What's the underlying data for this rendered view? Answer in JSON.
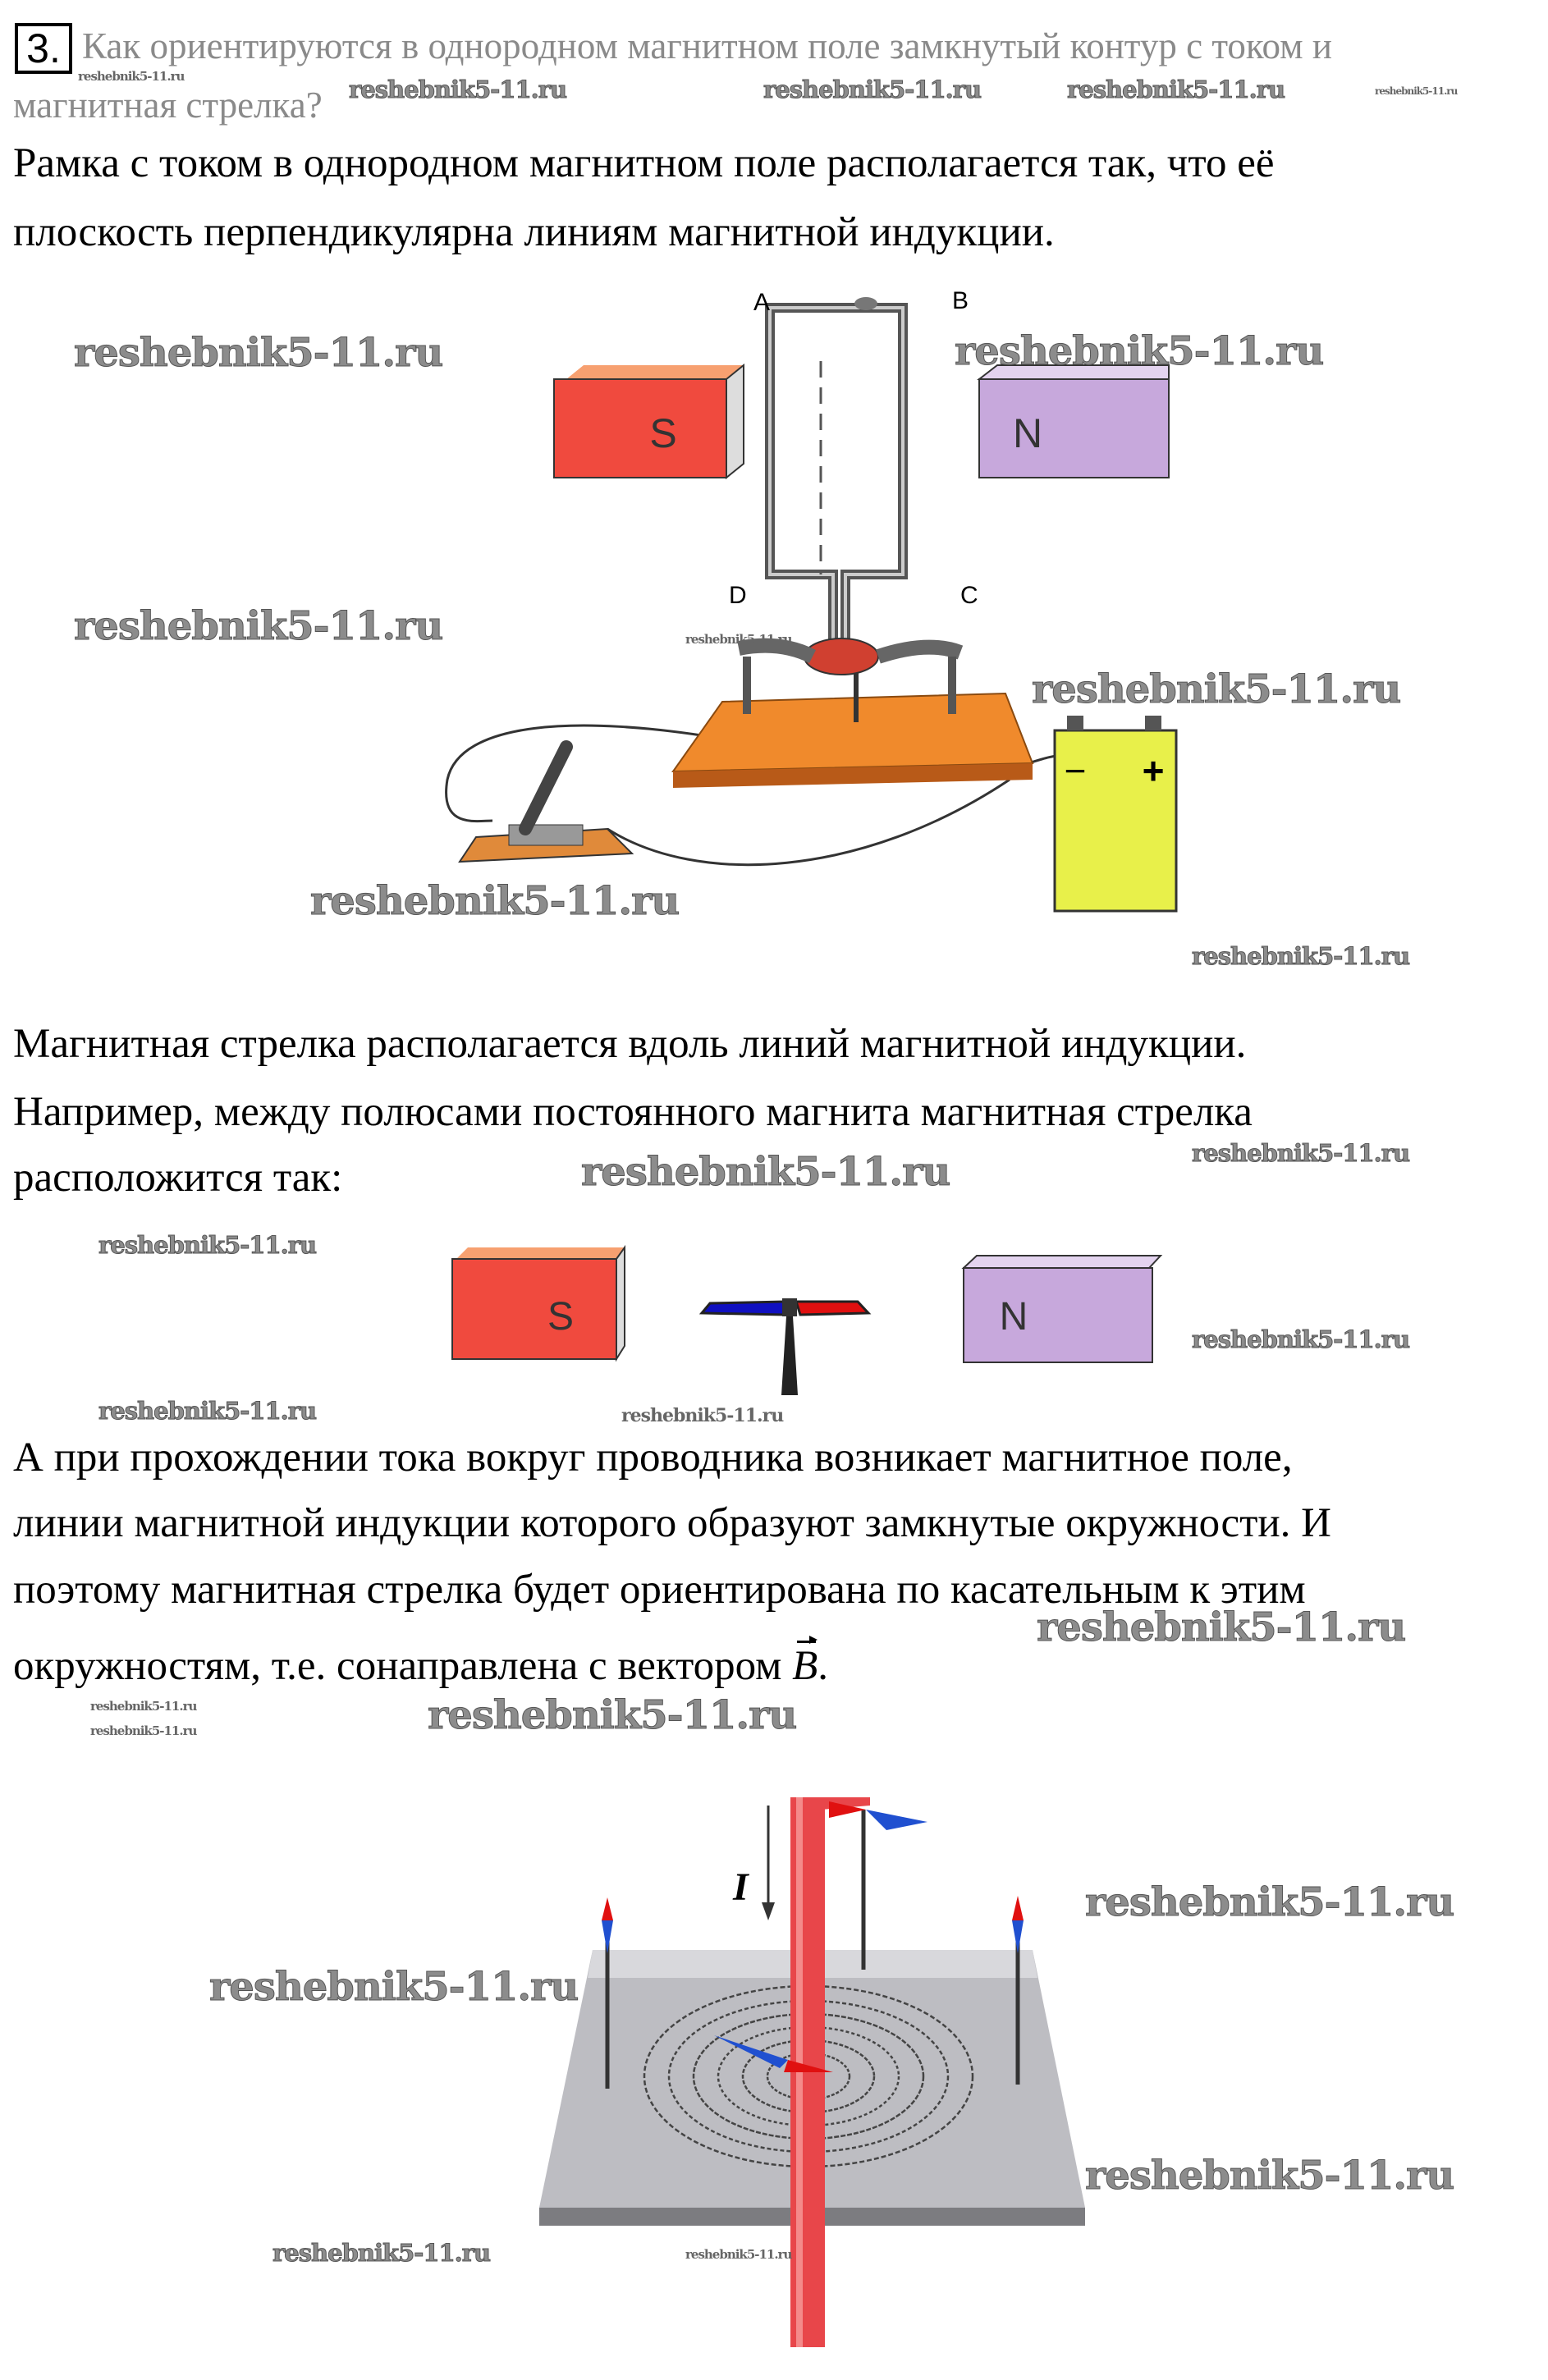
{
  "question": {
    "number": "3.",
    "lines": [
      "Как ориентируются в однородном магнитном поле замкнутый контур с током и",
      "магнитная стрелка?"
    ]
  },
  "paragraph1": [
    "Рамка с током в однородном магнитном поле располагается так, что её",
    "плоскость перпендикулярна линиям магнитной индукции."
  ],
  "figure1": {
    "labels": {
      "a": "A",
      "b": "B",
      "c": "C",
      "d": "D",
      "south": "S",
      "north": "N",
      "minus": "−",
      "plus": "+"
    }
  },
  "paragraph2": [
    "Магнитная стрелка располагается вдоль линий магнитной индукции.",
    "Например, между полюсами постоянного магнита магнитная стрелка",
    "расположится так:"
  ],
  "figure2": {
    "labels": {
      "south": "S",
      "north": "N"
    }
  },
  "paragraph3": [
    "А при прохождении тока вокруг проводника возникает магнитное поле,",
    "линии магнитной индукции которого образуют замкнутые окружности. И",
    "поэтому магнитная стрелка будет ориентирована по касательным к этим",
    "окружностям, т.е. сонаправлена с вектором",
    "B",
    "."
  ],
  "figure3": {
    "labels": {
      "current": "I"
    }
  },
  "watermark": "reshebnik5-11.ru",
  "colors": {
    "south_magnet": "#f04a3e",
    "north_magnet": "#c7a8dc",
    "board": "#f08a2c",
    "battery": "#e8f04a",
    "rod": "#e8464a",
    "plate": "#b8b8bc"
  }
}
